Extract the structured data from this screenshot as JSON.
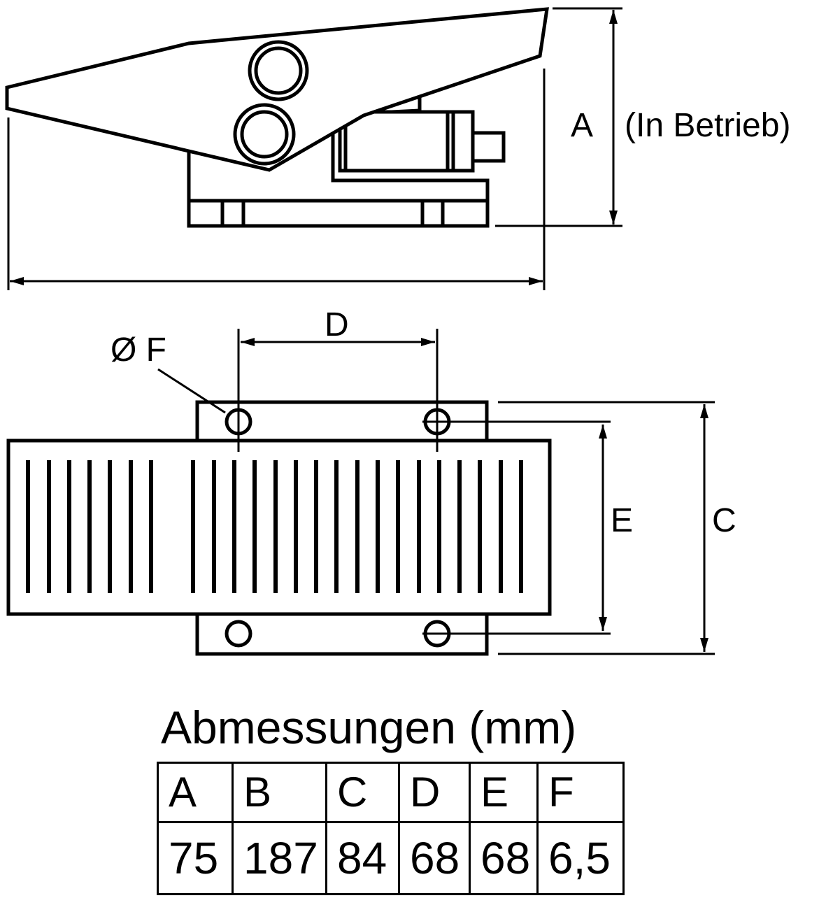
{
  "labels": {
    "dim_a": "A",
    "in_betrieb": "(In Betrieb)",
    "dim_d": "D",
    "dim_f": "Ø F",
    "dim_e": "E",
    "dim_c": "C"
  },
  "table": {
    "title": "Abmessungen (mm)",
    "headers": [
      "A",
      "B",
      "C",
      "D",
      "E",
      "F"
    ],
    "values": [
      "75",
      "187",
      "84",
      "68",
      "68",
      "6,5"
    ]
  }
}
